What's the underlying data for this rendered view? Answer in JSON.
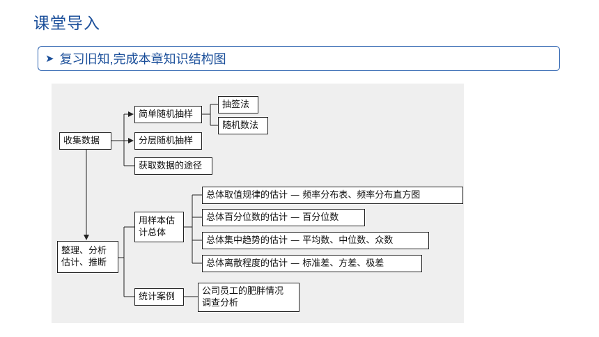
{
  "header": {
    "title": "课堂导入"
  },
  "banner": {
    "icon": "triangle-right-icon",
    "text": "复习旧知,完成本章知识结构图"
  },
  "diagram": {
    "collect": "收集数据",
    "simple_sampling": "简单随机抽样",
    "lottery": "抽签法",
    "random_number": "随机数法",
    "stratified": "分层随机抽样",
    "ways": "获取数据的途径",
    "organize_line1": "整理、分析",
    "organize_line2": "估计、推断",
    "estimate_line1": "用样本估",
    "estimate_line2": "计总体",
    "est_dist": "总体取值规律的估计 — 频率分布表、频率分布直方图",
    "est_percentile": "总体百分位数的估计 — 百分位数",
    "est_central": "总体集中趋势的估计 — 平均数、中位数、众数",
    "est_dispersion": "总体离散程度的估计 — 标准差、方差、极差",
    "case": "统计案例",
    "case_detail_line1": "公司员工的肥胖情况",
    "case_detail_line2": "调查分析"
  }
}
